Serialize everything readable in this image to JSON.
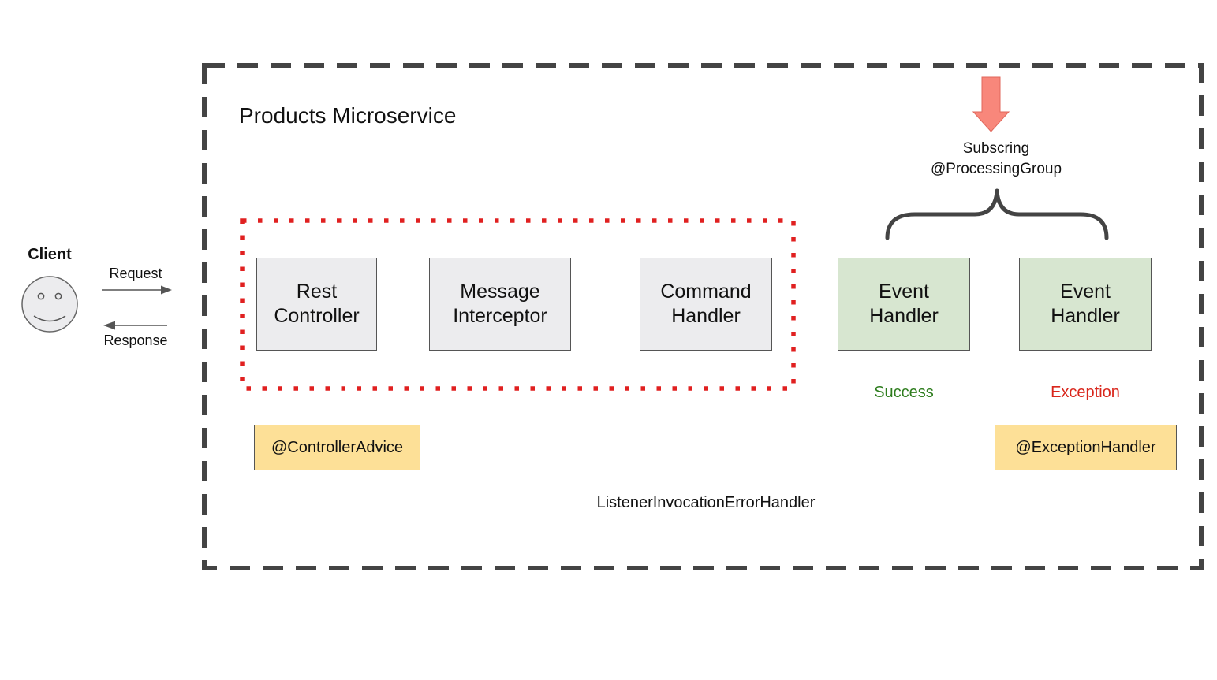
{
  "client": {
    "label": "Client",
    "icon": "smiley-face-icon",
    "request_label": "Request",
    "response_label": "Response"
  },
  "service": {
    "title": "Products Microservice"
  },
  "components": {
    "rest_controller": [
      "Rest",
      "Controller"
    ],
    "message_interceptor": [
      "Message",
      "Interceptor"
    ],
    "command_handler": [
      "Command",
      "Handler"
    ],
    "event_handler_success": [
      "Event",
      "Handler"
    ],
    "event_handler_exception": [
      "Event",
      "Handler"
    ]
  },
  "processing_group": {
    "line1": "Subscring",
    "line2": "@ProcessingGroup"
  },
  "outcomes": {
    "success": "Success",
    "exception": "Exception"
  },
  "annotations": {
    "controller_advice": "@ControllerAdvice",
    "exception_handler": "@ExceptionHandler",
    "listener_error_handler": "ListenerInvocationErrorHandler"
  },
  "colors": {
    "success_text": "#2e7d1e",
    "exception_text": "#d9261c",
    "red_dotted_border": "#e02020",
    "down_arrow": "#f8877b",
    "gray_box": "#ececee",
    "green_box": "#d7e6d0",
    "yellow_box": "#fde097"
  }
}
